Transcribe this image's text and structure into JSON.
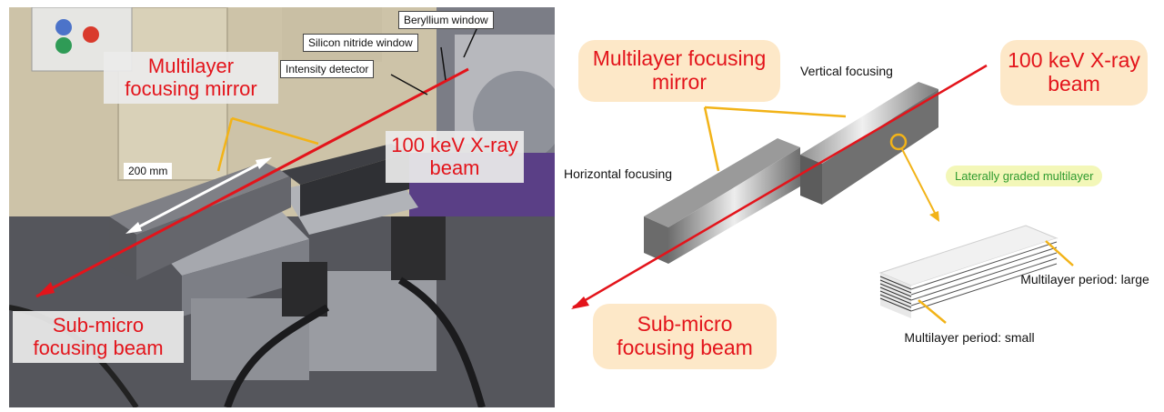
{
  "photo": {
    "mirror_label": "Multilayer focusing mirror",
    "beam_label": "100 keV X-ray beam",
    "output_label": "Sub-micro focusing beam",
    "length_label": "200 mm",
    "callouts": {
      "beryllium": "Beryllium window",
      "silicon_nitride": "Silicon nitride window",
      "intensity_detector": "Intensity detector"
    }
  },
  "diagram": {
    "mirror_label": "Multilayer focusing mirror",
    "beam_label": "100 keV X-ray beam",
    "output_label": "Sub-micro focusing beam",
    "vertical_focusing": "Vertical focusing",
    "horizontal_focusing": "Horizontal focusing",
    "graded_label": "Laterally graded multilayer",
    "period_large": "Multilayer period: large",
    "period_small": "Multilayer period: small"
  },
  "colors": {
    "label_red": "#e3141b",
    "beam_red": "#e3141b",
    "leader_orange": "#f2b318",
    "label_bg": "#fde8c8",
    "graded_bg": "#f3f7b8",
    "graded_text": "#2f9b2f"
  }
}
